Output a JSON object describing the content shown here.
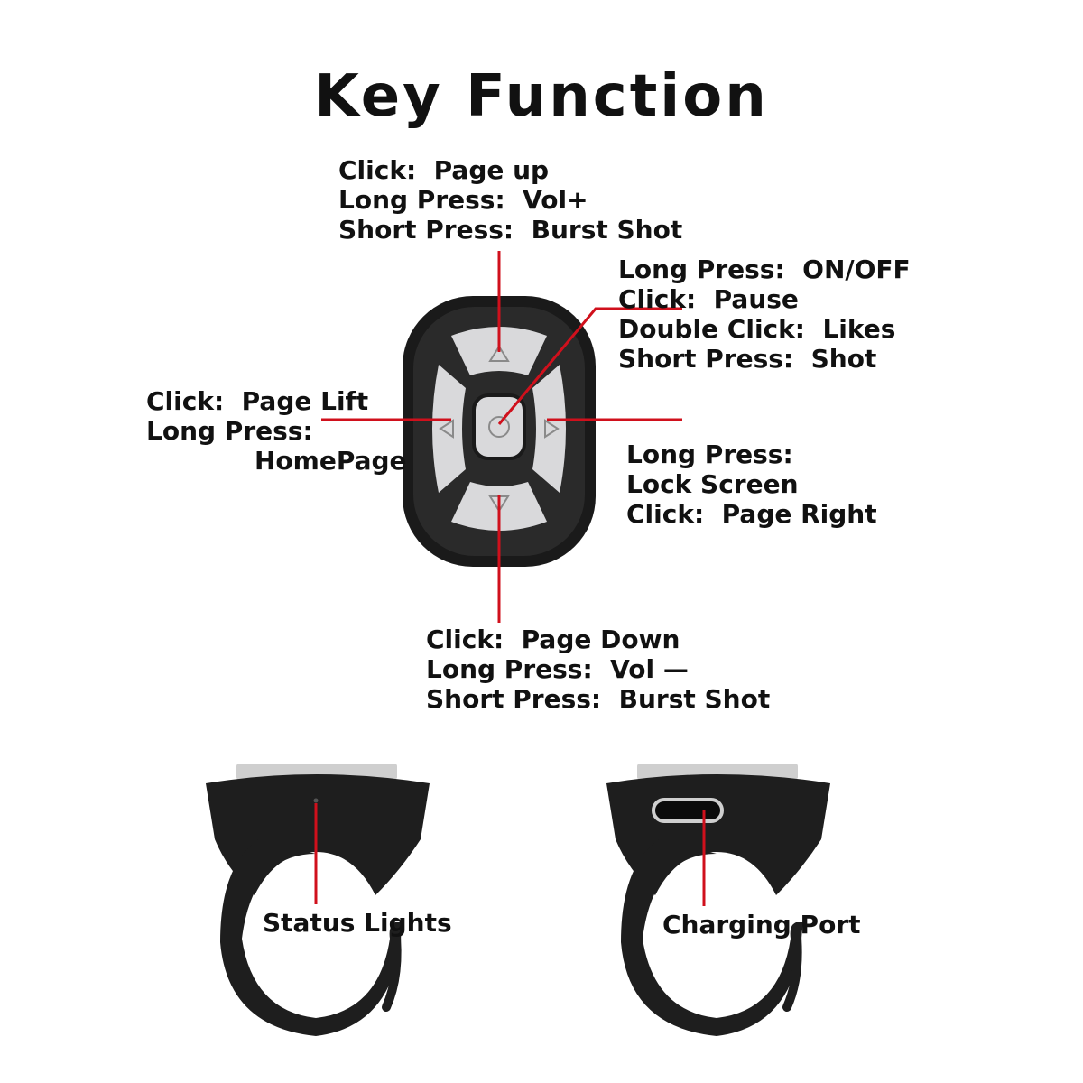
{
  "title": "Key Function",
  "colors": {
    "leader_line": "#d0101c",
    "device_body": "#1a1a1a",
    "button_face": "#d9d9db",
    "glyph": "#8a8a8a"
  },
  "callouts": {
    "top": [
      "Click:  Page up",
      "Long Press:  Vol+",
      "Short Press:  Burst Shot"
    ],
    "center": [
      "Long Press:  ON/OFF",
      "Click:  Pause",
      "Double Click:  Likes",
      "Short Press:  Shot"
    ],
    "left": [
      "Click:  Page Lift",
      "Long Press:",
      "HomePage"
    ],
    "right": [
      "Long Press:",
      "Lock Screen",
      "Click:  Page Right"
    ],
    "bottom": [
      "Click:  Page Down",
      "Long Press:  Vol —",
      "Short Press:  Burst Shot"
    ]
  },
  "captions": {
    "status_lights": "Status Lights",
    "charging_port": "Charging Port"
  }
}
